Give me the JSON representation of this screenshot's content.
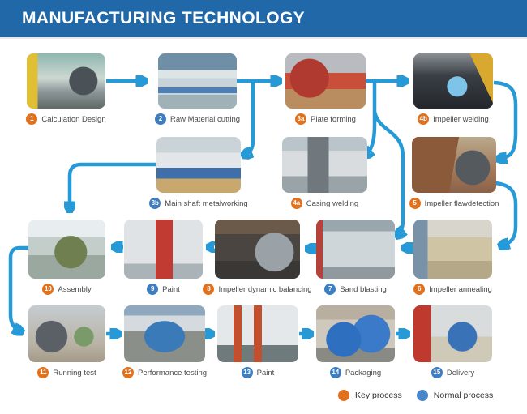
{
  "header": {
    "title": "MANUFACTURING TECHNOLOGY"
  },
  "colors": {
    "header_bg": "#2168a8",
    "arrow": "#259ad6",
    "key_process": "#e2711d",
    "normal_process": "#3d7ec0"
  },
  "steps": [
    {
      "id": "1",
      "label": "Calculation Design",
      "type": "key",
      "photo": "engineer-at-computer-workstation"
    },
    {
      "id": "2",
      "label": "Raw Material cutting",
      "type": "normal",
      "photo": "cutting-machine-factory-hall"
    },
    {
      "id": "3a",
      "label": "Plate forming",
      "type": "key",
      "photo": "red-plate-forming-machine"
    },
    {
      "id": "4b",
      "label": "Impeller welding",
      "type": "key",
      "photo": "robot-arm-welding-impeller"
    },
    {
      "id": "3b",
      "label": "Main shaft metalworking",
      "type": "normal",
      "photo": "lathe-machining-main-shaft"
    },
    {
      "id": "4a",
      "label": "Casing welding",
      "type": "key",
      "photo": "large-casing-in-workshop"
    },
    {
      "id": "5",
      "label": "Impeller flawdetection",
      "type": "key",
      "photo": "worker-inspecting-impeller-disc"
    },
    {
      "id": "10",
      "label": "Assembly",
      "type": "key",
      "photo": "green-fan-assembly"
    },
    {
      "id": "9",
      "label": "Paint",
      "type": "normal",
      "photo": "paint-booth-red-door"
    },
    {
      "id": "8",
      "label": "Impeller dynamic balancing",
      "type": "key",
      "photo": "balancing-machine-dark-shop"
    },
    {
      "id": "7",
      "label": "Sand blasting",
      "type": "normal",
      "photo": "sand-blasting-chamber"
    },
    {
      "id": "6",
      "label": "Impeller annealing",
      "type": "key",
      "photo": "annealing-furnace-trolley"
    },
    {
      "id": "11",
      "label": "Running test",
      "type": "key",
      "photo": "fan-running-test-rig"
    },
    {
      "id": "12",
      "label": "Performance testing",
      "type": "key",
      "photo": "blue-pump-performance-test-bench"
    },
    {
      "id": "13",
      "label": "Paint",
      "type": "normal",
      "photo": "paint-booth-orange-frames"
    },
    {
      "id": "14",
      "label": "Packaging",
      "type": "normal",
      "photo": "blue-tarp-wrapped-packages"
    },
    {
      "id": "15",
      "label": "Delivery",
      "type": "normal",
      "photo": "red-truck-loaded-with-cargo"
    }
  ],
  "legend": {
    "key_label": "Key process",
    "normal_label": "Normal process"
  }
}
